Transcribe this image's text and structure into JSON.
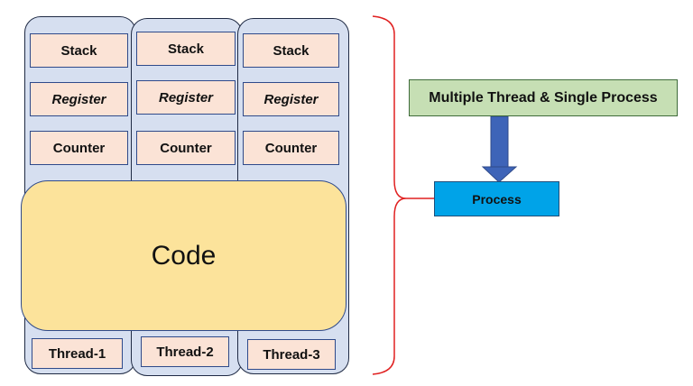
{
  "threads": [
    {
      "stack": "Stack",
      "register": "Register",
      "counter": "Counter",
      "label": "Thread-1"
    },
    {
      "stack": "Stack",
      "register": "Register",
      "counter": "Counter",
      "label": "Thread-2"
    },
    {
      "stack": "Stack",
      "register": "Register",
      "counter": "Counter",
      "label": "Thread-3"
    }
  ],
  "code_label": "Code",
  "title_label": "Multiple Thread & Single Process",
  "process_label": "Process",
  "colors": {
    "thread_column_fill": "#d6dff0",
    "cell_fill": "#fbe3d6",
    "code_fill": "#fce39b",
    "title_fill": "#c6dfb4",
    "process_fill": "#00a3e8",
    "arrow": "#3e64b8",
    "brace": "#e02020"
  }
}
